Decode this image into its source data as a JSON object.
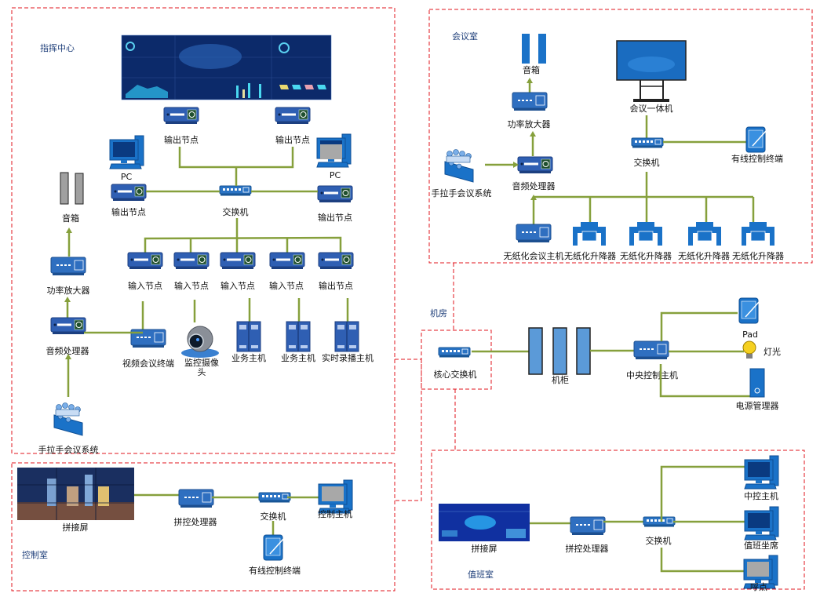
{
  "zones": {
    "command_center": "指挥中心",
    "meeting_room": "会议室",
    "machine_room": "机房",
    "control_room": "控制室",
    "duty_room": "值班室"
  },
  "command_center": {
    "output_node_top_left": "输出节点",
    "output_node_top_right": "输出节点",
    "pc_left": "PC",
    "pc_right": "PC",
    "output_node_left": "输出节点",
    "switch": "交换机",
    "output_node_right": "输出节点",
    "speaker": "音箱",
    "amplifier": "功率放大器",
    "audio_processor": "音频处理器",
    "conference_system": "手拉手会议系统",
    "nodes": [
      "输入节点",
      "输入节点",
      "输入节点",
      "输入节点",
      "输出节点"
    ],
    "video_terminal": "视频会议终端",
    "camera": "监控摄像头",
    "business_host_1": "业务主机",
    "business_host_2": "业务主机",
    "recording_host": "实时录播主机"
  },
  "meeting_room": {
    "speaker": "音箱",
    "amplifier": "功率放大器",
    "audio_processor": "音频处理器",
    "conference_system": "手拉手会议系统",
    "all_in_one": "会议一体机",
    "switch": "交换机",
    "wired_terminal": "有线控制终端",
    "paperless_host": "无纸化会议主机",
    "lifters": [
      "无纸化升降器",
      "无纸化升降器",
      "无纸化升降器",
      "无纸化升降器"
    ]
  },
  "machine_room": {
    "core_switch": "核心交换机",
    "cabinet": "机柜",
    "central_host": "中央控制主机",
    "pad": "Pad",
    "light": "灯光",
    "power_manager": "电源管理器"
  },
  "control_room": {
    "video_wall": "拼接屏",
    "splicing_processor": "拼控处理器",
    "switch": "交换机",
    "control_host": "控制主机",
    "wired_terminal": "有线控制终端"
  },
  "duty_room": {
    "video_wall": "拼接屏",
    "splicing_processor": "拼控处理器",
    "switch": "交换机",
    "central_host": "中控主机",
    "duty_seat": "值班坐席",
    "call_point": "呼点"
  },
  "colors": {
    "zone_border": "#e0141e",
    "link": "#86a03c",
    "device_blue": "#2f5fb3",
    "icon_blue": "#1a72c8"
  }
}
